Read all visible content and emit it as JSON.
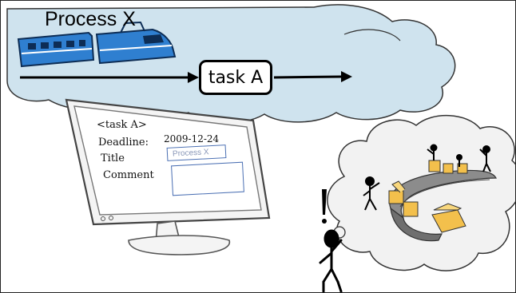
{
  "process_label": "Process X",
  "task_label": "task A",
  "form": {
    "heading": "<task A>",
    "deadline_label": "Deadline:",
    "deadline_value": "2009-12-24",
    "title_label": "Title",
    "title_value": "Process X",
    "comment_label": "Comment",
    "comment_value": ""
  },
  "colors": {
    "cloud_fill": "#cfe3ee",
    "cloud_stroke": "#333333",
    "train_fill": "#2f7fd0",
    "field_border": "#4a6fb3",
    "box_fill": "#f3c04c"
  },
  "icons": [
    "train-icon",
    "monitor-icon",
    "exclamation-icon",
    "stick-figure-icon",
    "thought-bubble-icon",
    "conveyor-belt-icon"
  ]
}
